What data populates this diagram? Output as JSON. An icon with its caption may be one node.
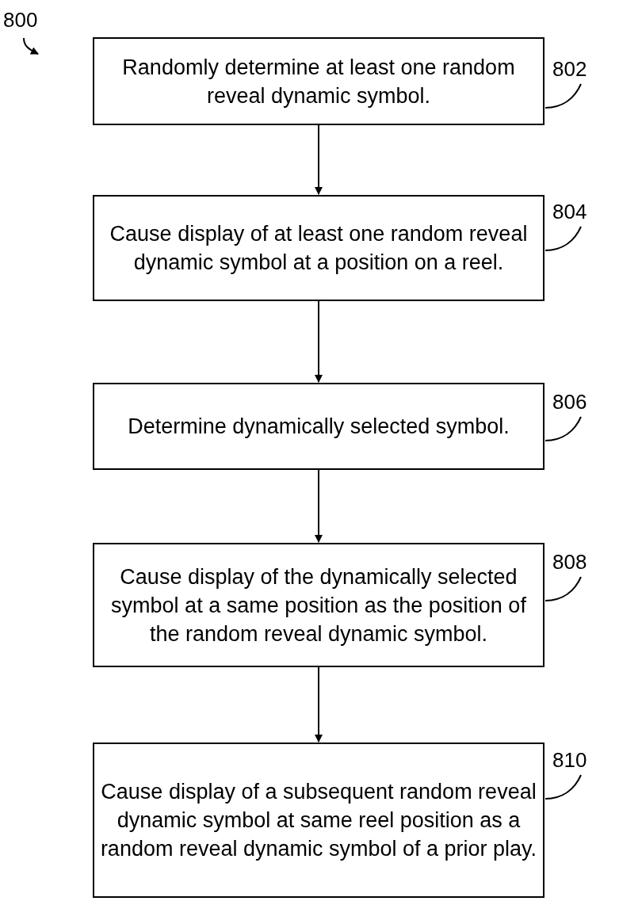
{
  "diagram": {
    "nodes": [
      {
        "text": [
          "800"
        ]
      },
      {
        "text": [
          "Randomly determine at least one random reveal dynamic symbol."
        ]
      },
      {
        "text": [
          "802"
        ]
      },
      {
        "text": [
          "Cause display of at least one random reveal dynamic symbol at a position on a reel."
        ]
      },
      {
        "text": [
          "804"
        ]
      },
      {
        "text": [
          "Determine dynamically selected symbol."
        ]
      },
      {
        "text": [
          "806"
        ]
      },
      {
        "text": [
          "Cause display of the dynamically selected symbol at a same position as the position of the random reveal dynamic symbol."
        ]
      },
      {
        "text": [
          "808"
        ]
      },
      {
        "text": [
          "Cause display of a subsequent random reveal dynamic symbol at same reel position as a random reveal dynamic symbol of a prior play."
        ]
      },
      {
        "text": [
          "810"
        ]
      }
    ],
    "edges": [
      {
        "from": 0,
        "to": null,
        "arrow": "to"
      },
      {
        "from": 1,
        "to": 3,
        "arrow": "to"
      },
      {
        "from": 3,
        "to": 5,
        "arrow": "to"
      },
      {
        "from": 5,
        "to": 7,
        "arrow": "to"
      },
      {
        "from": 7,
        "to": 9,
        "arrow": "to"
      },
      {
        "from": 2,
        "to": 1,
        "arrow": "none"
      },
      {
        "from": 4,
        "to": 3,
        "arrow": "none"
      },
      {
        "from": 6,
        "to": 5,
        "arrow": "none"
      },
      {
        "from": 8,
        "to": 7,
        "arrow": "none"
      },
      {
        "from": 10,
        "to": 9,
        "arrow": "none"
      }
    ]
  }
}
